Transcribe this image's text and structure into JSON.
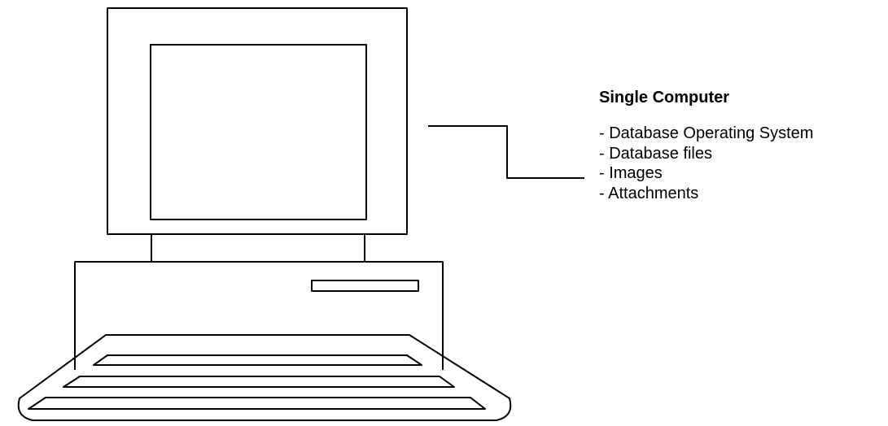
{
  "title": "Single Computer",
  "items": [
    "- Database Operating System",
    "- Database files",
    "- Images",
    "- Attachments"
  ],
  "icons": [
    "computer-monitor-icon",
    "computer-case-icon",
    "keyboard-icon"
  ],
  "colors": {
    "line": "#000000",
    "background": "#ffffff"
  }
}
